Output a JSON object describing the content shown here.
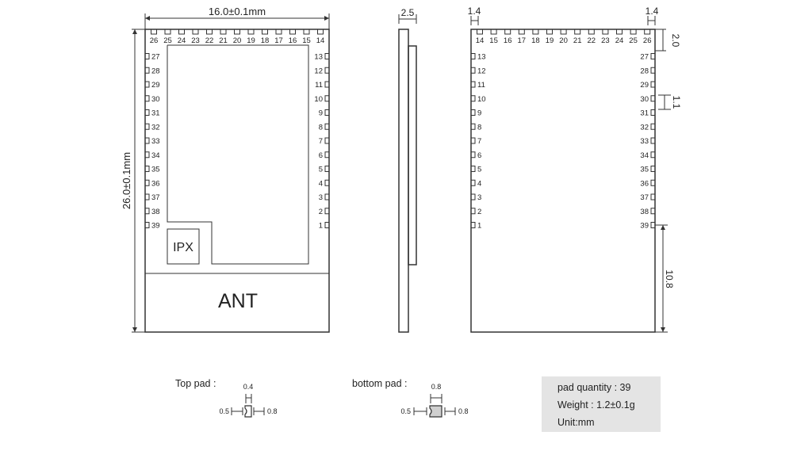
{
  "diagram": {
    "top_view": {
      "width_label": "16.0±0.1mm",
      "height_label": "26.0±0.1mm",
      "top_row_pins": [
        "26",
        "25",
        "24",
        "23",
        "22",
        "21",
        "20",
        "19",
        "18",
        "17",
        "16",
        "15",
        "14"
      ],
      "left_pins": [
        "27",
        "28",
        "29",
        "30",
        "31",
        "32",
        "33",
        "34",
        "35",
        "36",
        "37",
        "38",
        "39"
      ],
      "right_pins": [
        "13",
        "12",
        "11",
        "10",
        "9",
        "8",
        "7",
        "6",
        "5",
        "4",
        "3",
        "2",
        "1"
      ],
      "ipx_label": "IPX",
      "antenna_label": "ANT"
    },
    "side_view": {
      "thickness_label": "2.5"
    },
    "bottom_view": {
      "left_offset_label": "1.4",
      "right_offset_label": "1.4",
      "top_row_pins": [
        "14",
        "15",
        "16",
        "17",
        "18",
        "19",
        "20",
        "21",
        "22",
        "23",
        "24",
        "25",
        "26"
      ],
      "left_pins": [
        "13",
        "12",
        "11",
        "10",
        "9",
        "8",
        "7",
        "6",
        "5",
        "4",
        "3",
        "2",
        "1"
      ],
      "right_pins": [
        "27",
        "28",
        "29",
        "30",
        "31",
        "32",
        "33",
        "34",
        "35",
        "36",
        "37",
        "38",
        "39"
      ],
      "top_margin_label": "2.0",
      "pitch_label": "1.1",
      "antenna_length_label": "10.8"
    },
    "top_pad": {
      "title": "Top pad :",
      "top_dim": "0.4",
      "left_dim": "0.5",
      "right_dim": "0.8"
    },
    "bottom_pad": {
      "title": "bottom pad :",
      "top_dim": "0.8",
      "left_dim": "0.5",
      "right_dim": "0.8"
    },
    "info": {
      "pad_quantity": "pad quantity : 39",
      "weight": "Weight : 1.2±0.1g",
      "unit": "Unit:mm"
    }
  }
}
